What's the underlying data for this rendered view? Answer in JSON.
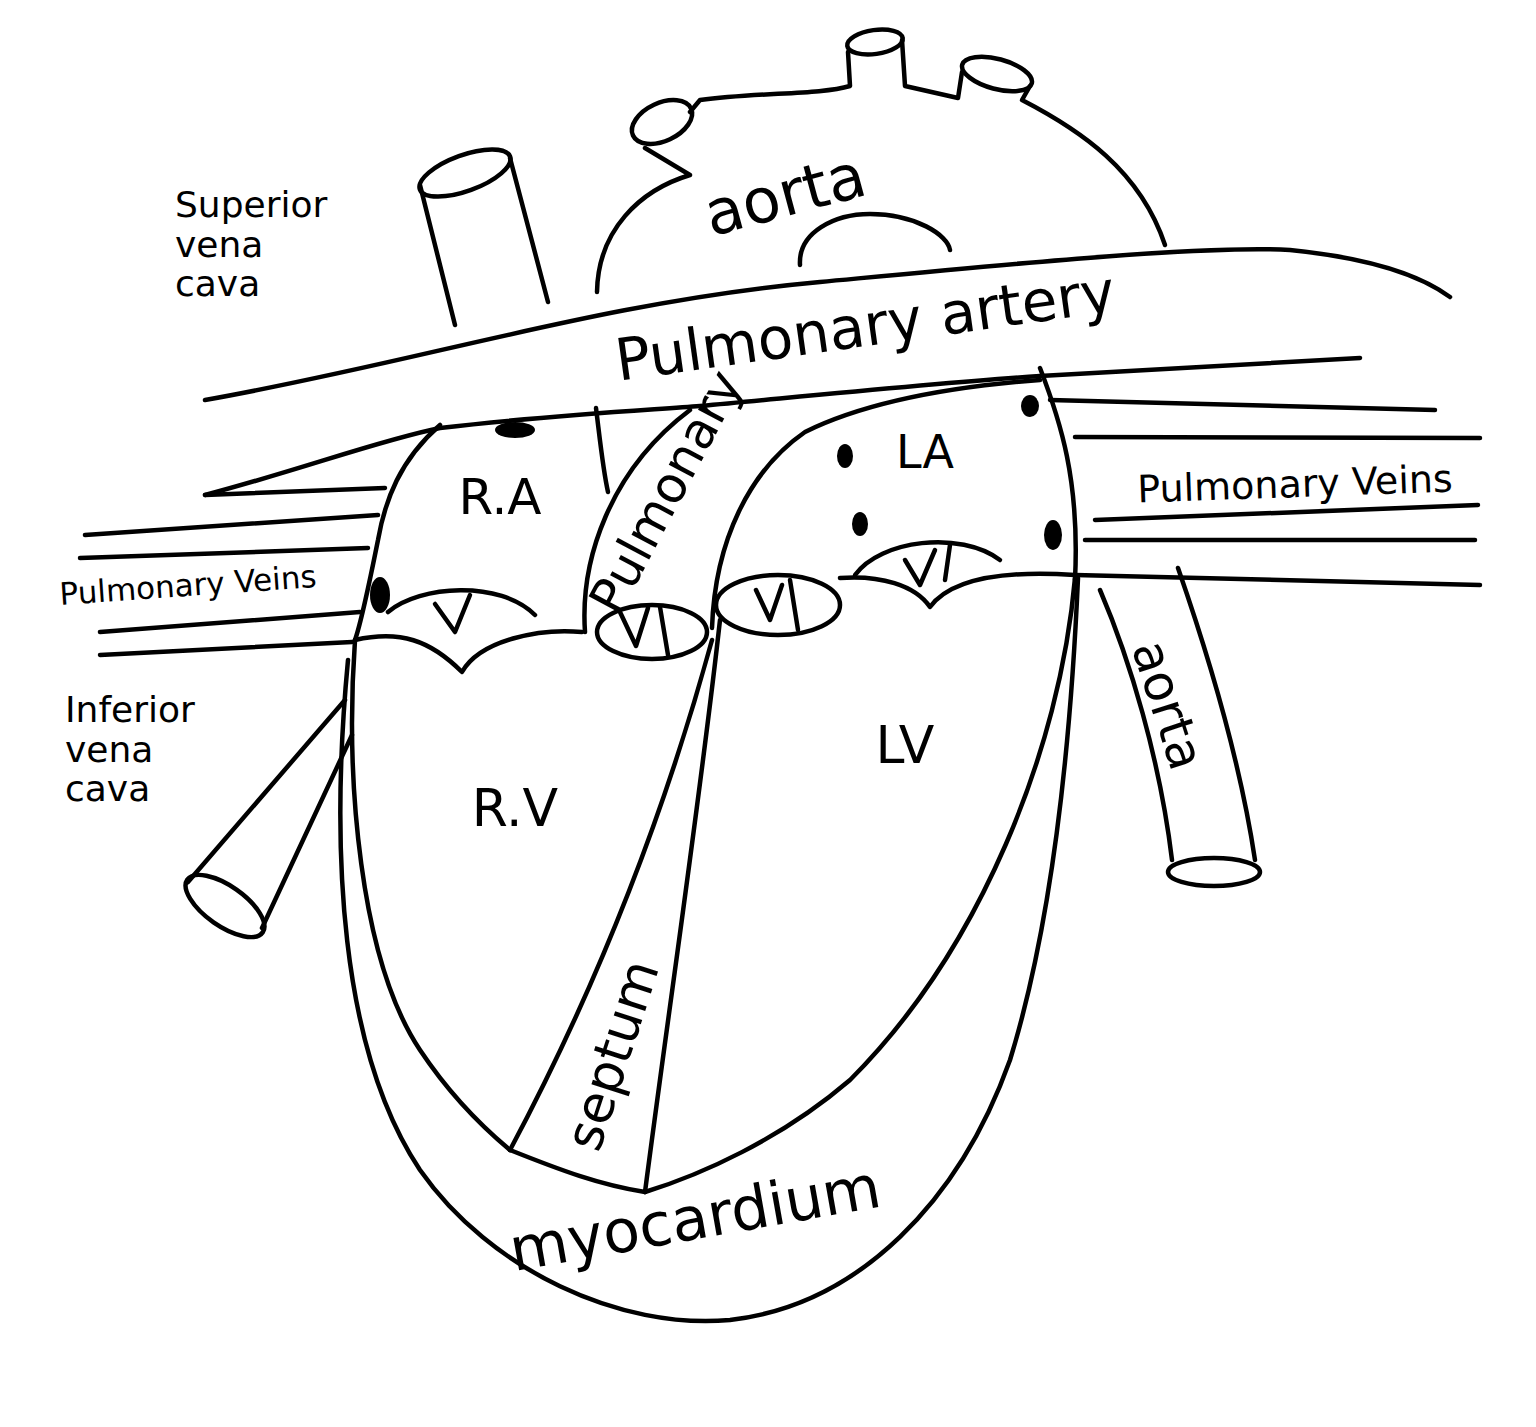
{
  "diagram": {
    "nodes": [
      {
        "text": [
          "aorta"
        ]
      },
      {
        "text": [
          "Pulmonary artery",
          "Pulmonary"
        ]
      },
      {
        "text": [
          "R.A"
        ]
      },
      {
        "text": [
          "LA"
        ]
      },
      {
        "text": [
          "R.V"
        ]
      },
      {
        "text": [
          "LV"
        ]
      },
      {
        "text": [
          "aorta"
        ]
      },
      {
        "text": [
          "septum"
        ]
      },
      {
        "text": [
          "myocardium"
        ]
      }
    ],
    "labels": [
      "Superior vena cava",
      "Pulmonary Veins",
      "Pulmonary Veins",
      "Inferior vena cava"
    ]
  }
}
